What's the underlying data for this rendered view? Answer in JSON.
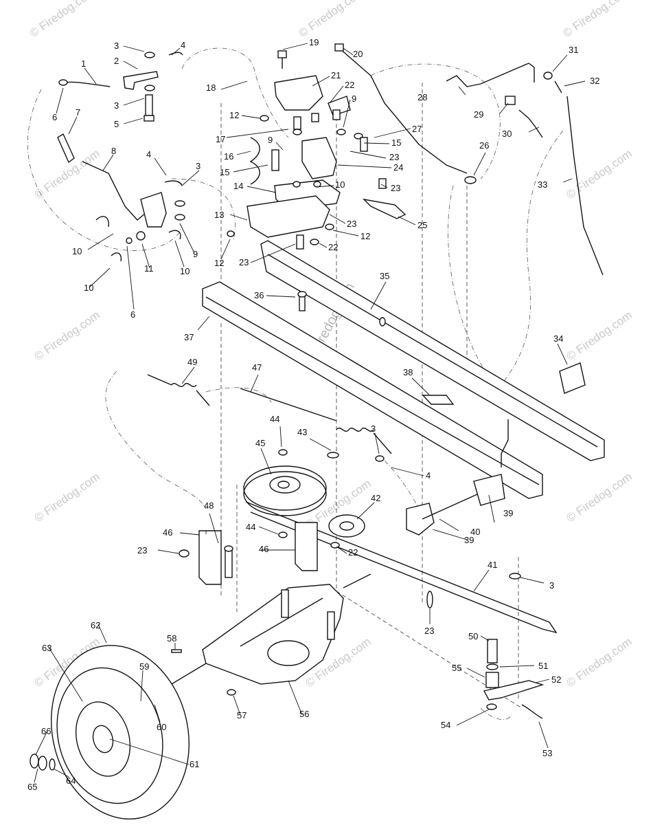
{
  "watermark": {
    "short": "© Firedog.com",
    "center": "© Firedog.com"
  },
  "parts": [
    {
      "num": "1"
    },
    {
      "num": "2"
    },
    {
      "num": "3"
    },
    {
      "num": "4"
    },
    {
      "num": "5"
    },
    {
      "num": "6"
    },
    {
      "num": "7"
    },
    {
      "num": "8"
    },
    {
      "num": "9"
    },
    {
      "num": "10"
    },
    {
      "num": "11"
    },
    {
      "num": "12"
    },
    {
      "num": "13"
    },
    {
      "num": "14"
    },
    {
      "num": "15"
    },
    {
      "num": "16"
    },
    {
      "num": "17"
    },
    {
      "num": "18"
    },
    {
      "num": "19"
    },
    {
      "num": "20"
    },
    {
      "num": "21"
    },
    {
      "num": "22"
    },
    {
      "num": "23"
    },
    {
      "num": "24"
    },
    {
      "num": "25"
    },
    {
      "num": "26"
    },
    {
      "num": "27"
    },
    {
      "num": "28"
    },
    {
      "num": "29"
    },
    {
      "num": "30"
    },
    {
      "num": "31"
    },
    {
      "num": "32"
    },
    {
      "num": "33"
    },
    {
      "num": "34"
    },
    {
      "num": "35"
    },
    {
      "num": "36"
    },
    {
      "num": "37"
    },
    {
      "num": "38"
    },
    {
      "num": "39"
    },
    {
      "num": "40"
    },
    {
      "num": "41"
    },
    {
      "num": "42"
    },
    {
      "num": "43"
    },
    {
      "num": "44"
    },
    {
      "num": "45"
    },
    {
      "num": "46"
    },
    {
      "num": "47"
    },
    {
      "num": "48"
    },
    {
      "num": "49"
    },
    {
      "num": "50"
    },
    {
      "num": "51"
    },
    {
      "num": "52"
    },
    {
      "num": "53"
    },
    {
      "num": "54"
    },
    {
      "num": "55"
    },
    {
      "num": "56"
    },
    {
      "num": "57"
    },
    {
      "num": "58"
    },
    {
      "num": "59"
    },
    {
      "num": "60"
    },
    {
      "num": "61"
    },
    {
      "num": "62"
    },
    {
      "num": "63"
    },
    {
      "num": "64"
    },
    {
      "num": "65"
    },
    {
      "num": "66"
    }
  ],
  "colors": {
    "ink": "#111111",
    "watermark": "#c9c9c9",
    "background": "#ffffff"
  }
}
